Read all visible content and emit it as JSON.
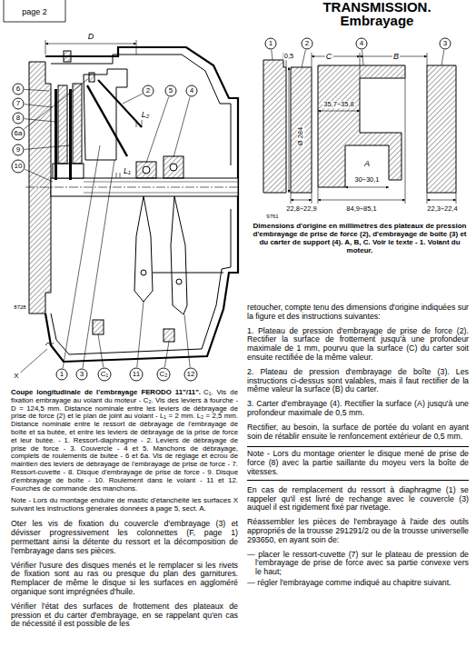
{
  "diagram": {
    "title": "TRANSMISSION. Embrayage",
    "labels": [
      "page 2",
      "D",
      "6",
      "7",
      "8",
      "6a",
      "9",
      "10",
      "2",
      "5",
      "4",
      "L₂",
      "L₁",
      "8728",
      "X",
      "1",
      "3",
      "C₁",
      "11",
      "C₂",
      "12",
      "1",
      "2",
      "4",
      "3",
      "0,5",
      "C",
      "B",
      "Ø 284",
      "35,7÷35,8",
      "A",
      "30÷30,1",
      "22,8÷22,9",
      "84,9÷85,1",
      "22,3÷22,4",
      "9761",
      "Dimensions d'origine en millimètres des plateaux de pression d'embrayage de prise de force (2), d'embrayage de boîte (3) et du carter de support (4). A, B, C. Voir le texte - 1. Volant du moteur.",
      "Coupe longitudinale de l'embrayage FERODO 11\"/11\".",
      "C₁. Vis de fixation embrayage au volant du moteur - C₂. Vis des leviers à fourche - D = 124,5 mm. Distance nominale entre les leviers de débrayage de prise de force (2) et le plan de joint au volant - L₁ = 2 mm. L₂ = 2,5 mm. Distance nominale entre le ressort de débrayage de l'embrayage de boîte et sa butée, et entre les leviers de débrayage de la prise de force et leur butée. - 1. Ressort-diaphragme - 2. Leviers de débrayage de prise de force - 3. Couvercle - 4 et 5. Manchons de débrayage, complets de roulements de butée - 6 et 6a. Vis de réglage et écrou de maintien des leviers de débrayage de l'embrayage de prise de force - 7. Ressort-cuvette - 8. Disque d'embrayage de prise de force - 9. Disque d'embrayage de boîte - 10. Roulement dans le volant - 11 et 12. Fourches de commande des manchons.",
      "Note - Lors du montage enduire de mastic d'étanchéité les surfaces X suivant les instructions générales données à page 5, sect. A.",
      "Oter les vis de fixation du couvercle d'embrayage (3) et dévisser progressivement les colonnettes (F, page 1) permettant ainsi la détente du ressort et la décomposition de l'embrayage dans ses pièces.",
      "Vérifier l'usure des disques menés et le remplacer si les rivets de fixation sont au ras ou presque du plan des garnitures. Remplacer de même le disque si les surfaces en aggloméré organique sont imprégnées d'huile.",
      "Vérifier l'état des surfaces de frottement des plateaux de pression et du carter d'embrayage, en se rappelant qu'en cas de nécessité il est possible de les",
      "retoucher, compte tenu des dimensions d'origine indiquées sur la figure et des instructions suivantes:",
      "1. Plateau de pression d'embrayage de prise de force (2). Rectifier la surface de frottement jusqu'à une profondeur maximale de 1 mm, pourvu que la surface (C) du carter soit ensuite rectifiée de la même valeur.",
      "2. Plateau de pression d'embrayage de boîte (3). Les instructions ci-dessus sont valables, mais il faut rectifier de la même valeur la surface (B) du carter.",
      "3. Carter d'embrayage (4). Rectifier la surface (A) jusqu'à une profondeur maximale de 0,5 mm.",
      "Rectifier, au besoin, la surface de portée du volant en ayant soin de rétablir ensuite le renfoncement extérieur de 0,5 mm.",
      "Note - Lors du montage orienter le disque mené de prise de force (8) avec la partie saillante du moyeu vers la boîte de vitesses.",
      "En cas de remplacement du ressort à diaphragme (1) se rappeler qu'il est livré de rechange avec le couvercle (3) auquel il est rigidement fixé par rivetage.",
      "Réassembler les pièces de l'embrayage à l'aide des outils appropriés de la trousse 291291/2 ou de la trousse universelle 293650, en ayant soin de:",
      "— placer le ressort-cuvette (7) sur le plateau de pression de l'embrayage de prise de force avec sa partie convexe vers le haut;",
      "— régler l'embrayage comme indiqué au chapitre suivant."
    ]
  }
}
